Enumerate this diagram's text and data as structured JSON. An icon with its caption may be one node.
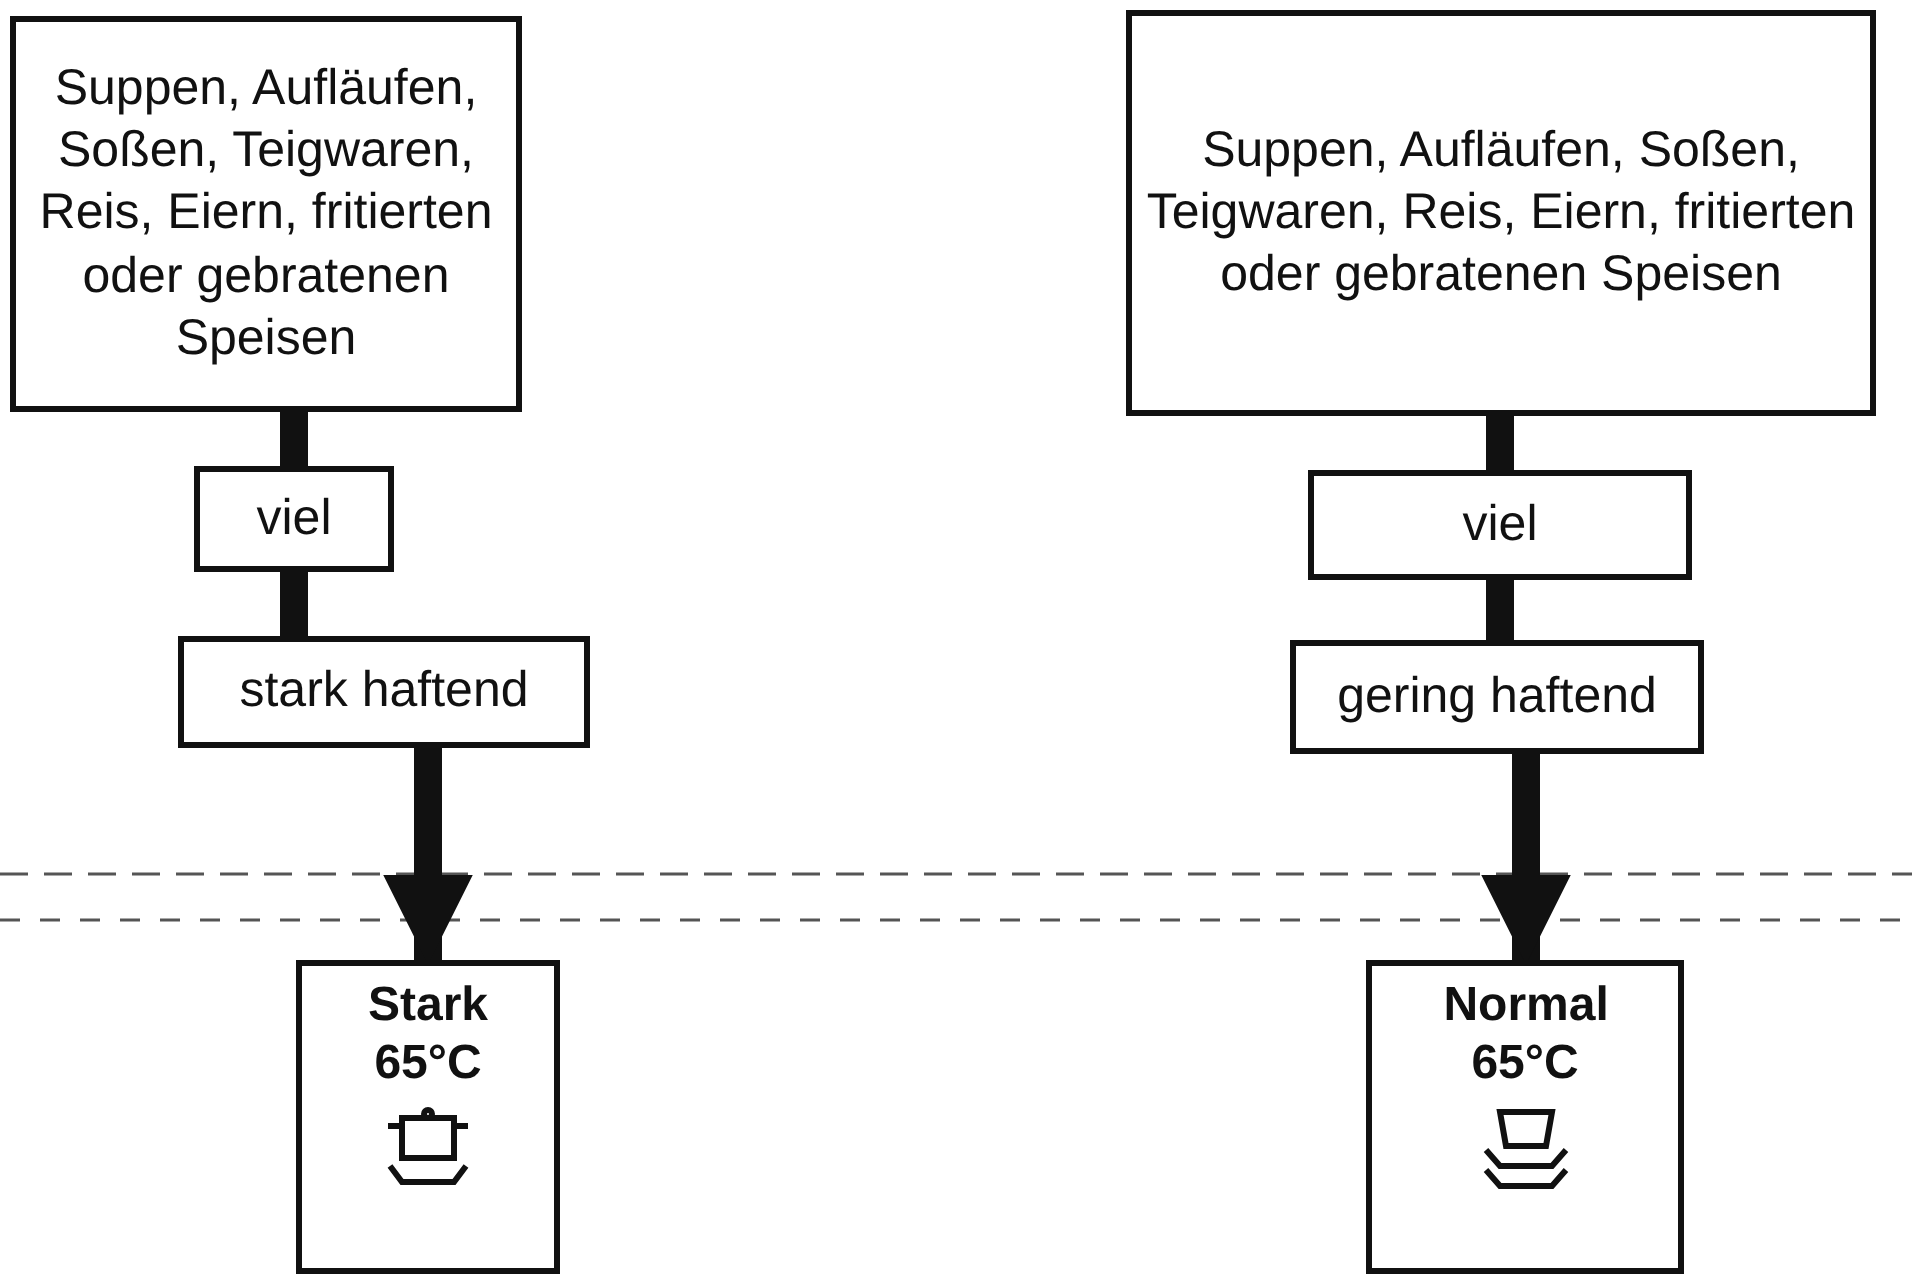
{
  "diagram": {
    "nodes": [
      {
        "text": [
          "Suppen, Aufläufen, Soßen, Teigwaren, Reis, Eiern, fritierten oder gebratenen Speisen"
        ]
      },
      {
        "text": [
          "viel"
        ]
      },
      {
        "text": [
          "stark haftend"
        ]
      },
      {
        "text": [
          "Stark 65°C"
        ]
      },
      {
        "text": [
          "Suppen, Aufläufen, Soßen, Teigwaren, Reis, Eiern, fritierten oder gebratenen Speisen"
        ]
      },
      {
        "text": [
          "viel"
        ]
      },
      {
        "text": [
          "gering haftend"
        ]
      },
      {
        "text": [
          "Normal 65°C"
        ]
      }
    ],
    "edges": [
      {
        "from": 0,
        "to": 1,
        "arrow": "none"
      },
      {
        "from": 1,
        "to": 2,
        "arrow": "none"
      },
      {
        "from": 2,
        "to": 3,
        "arrow": "to"
      },
      {
        "from": 4,
        "to": 5,
        "arrow": "none"
      },
      {
        "from": 5,
        "to": 6,
        "arrow": "none"
      },
      {
        "from": 6,
        "to": 7,
        "arrow": "to"
      }
    ]
  }
}
